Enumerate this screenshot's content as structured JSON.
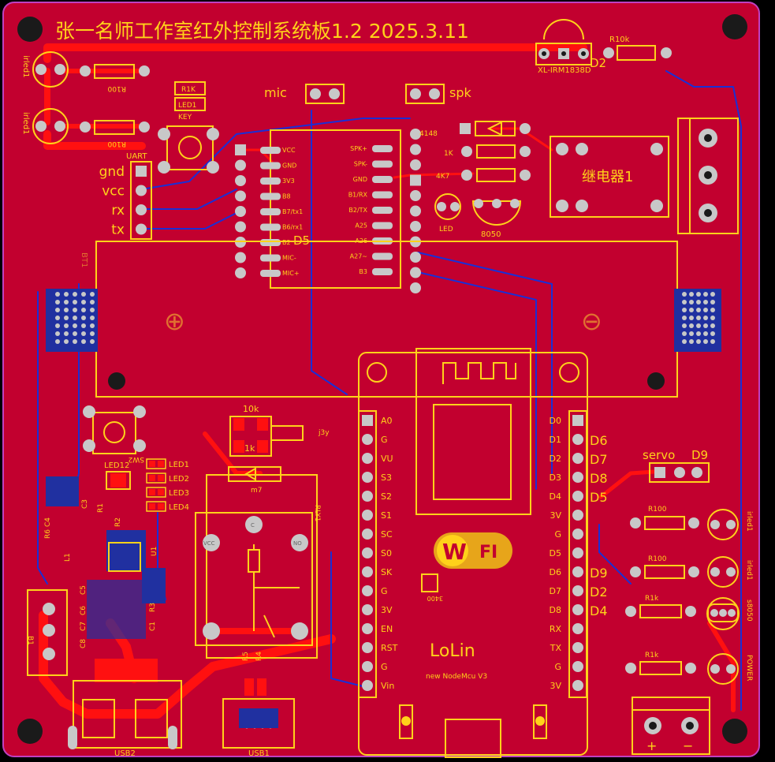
{
  "board": {
    "title": "张一名师工作室红外控制系统板1.2 2025.3.11",
    "colors": {
      "board": "#c2002f",
      "silk": "#ffd21a",
      "top_copper": "#ff1010",
      "bottom_copper": "#1a2fd6",
      "outline": "#c040c0",
      "pad": "#c8c8c8"
    }
  },
  "components": {
    "ir_receiver": "XL-IRM1838D",
    "d2": "D2",
    "r10k": "R10k",
    "r1k_key": "R1K",
    "led1_key": "LED1",
    "key": "KEY",
    "uart": "UART",
    "mic": "mic",
    "spk": "spk",
    "diode_4148": "4148",
    "r_1k": "1K",
    "r_4k7": "4K7",
    "led": "LED",
    "t8050": "8050",
    "relay1": "继电器1",
    "iled_top_1": "irled1",
    "iled_top_2": "irled1",
    "r100_a": "R100",
    "r100_b": "R100",
    "d5": "D5",
    "bt1": "BT1",
    "sw2": "SW2",
    "led12": "LED12",
    "r10k_mid": "10k",
    "r1k_mid": "1k",
    "j3y": "j3y",
    "m7": "m7",
    "rly1": "RLY1",
    "usb2": "USB2",
    "usb1": "USB1",
    "r5": "R5",
    "r4": "R4",
    "c3400": "3400",
    "lolin": "LoLin",
    "nodemcu": "new NodeMcu V3",
    "wifi_w": "W",
    "wifi_fi": "FI",
    "servo": "servo",
    "d9": "D9",
    "r100_c": "R100",
    "r100_d": "R100",
    "r1k_c": "R1k",
    "r1k_d": "R1k",
    "iled_right_1": "irled1",
    "iled_right_2": "irled1",
    "s8050_right": "s8050",
    "power": "POWER",
    "plus": "+",
    "minus": "−",
    "bat_plus": "⊕",
    "bat_minus": "⊖",
    "led_labels": [
      "LED1",
      "LED2",
      "LED3",
      "LED4"
    ],
    "small_left": [
      "C4",
      "R6",
      "L1",
      "C3",
      "R1",
      "R2",
      "U1",
      "C5",
      "C6",
      "C7",
      "C8",
      "C1",
      "R3",
      "B1"
    ],
    "relay_small": [
      "VCC",
      "C",
      "NO"
    ]
  },
  "uart_pins": [
    "gnd",
    "vcc",
    "rx",
    "tx"
  ],
  "voice_left_pins": [
    "VCC",
    "GND",
    "3V3",
    "B8",
    "B7/tx1",
    "B6/rx1",
    "B2",
    "MIC-",
    "MIC+"
  ],
  "voice_right_pins": [
    "SPK+",
    "SPK-",
    "GND",
    "B1/RX",
    "B2/TX",
    "A25",
    "A26",
    "A27~",
    "B3"
  ],
  "mcu_left_pins": [
    "A0",
    "G",
    "VU",
    "S3",
    "S2",
    "S1",
    "SC",
    "S0",
    "SK",
    "G",
    "3V",
    "EN",
    "RST",
    "G",
    "Vin"
  ],
  "mcu_right_pins": [
    "D0",
    "D1",
    "D2",
    "D3",
    "D4",
    "3V",
    "G",
    "D5",
    "D6",
    "D7",
    "D8",
    "RX",
    "TX",
    "G",
    "3V"
  ],
  "mcu_right_labels": {
    "D1": "D6",
    "D2": "D7",
    "D3": "D8",
    "D4": "D5",
    "D6": "D9",
    "D7": "D2",
    "D8": "D4"
  }
}
